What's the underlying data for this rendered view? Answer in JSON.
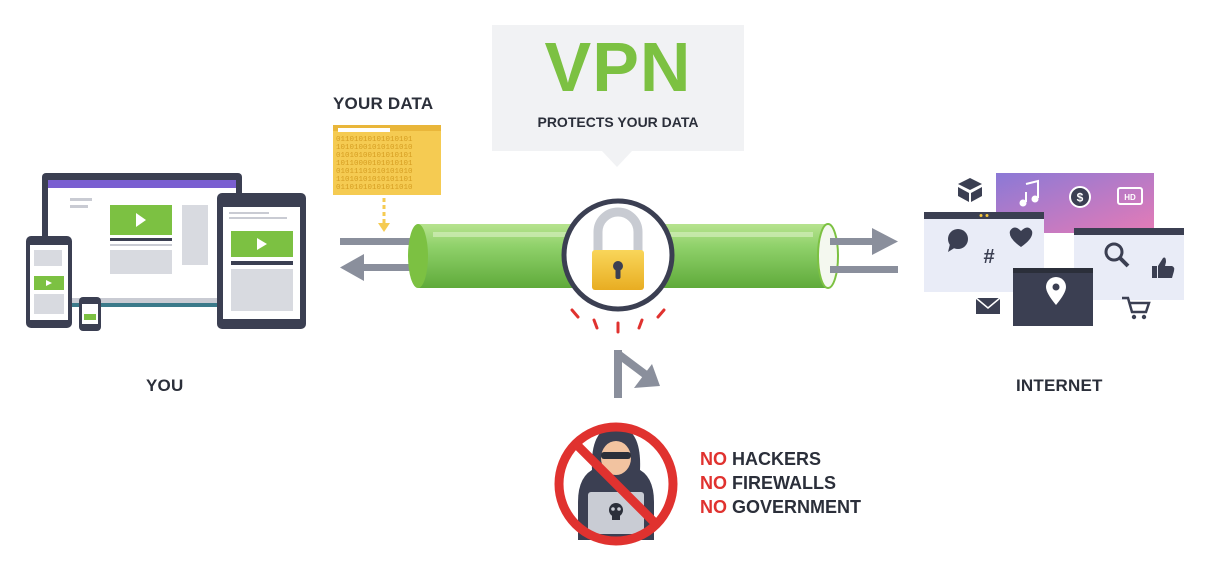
{
  "vpn": {
    "title": "VPN",
    "subtitle": "PROTECTS YOUR DATA"
  },
  "labels": {
    "your_data": "YOUR DATA",
    "you": "YOU",
    "internet": "INTERNET"
  },
  "threats": [
    {
      "no": "NO",
      "text": "HACKERS"
    },
    {
      "no": "NO",
      "text": "FIREWALLS"
    },
    {
      "no": "NO",
      "text": "GOVERNMENT"
    }
  ],
  "data_binary_rows": [
    "01101010101010101",
    "10101001010101010",
    "01010100101010101",
    "10110000101010101",
    "01011101010101010",
    "11010101010101101",
    "01101010101011010"
  ],
  "colors": {
    "accent_green": "#7cc142",
    "tube_green": "#8fd16a",
    "lock_gold": "#f5c53a",
    "danger_red": "#e0322f",
    "dark_text": "#2b2f3a"
  },
  "icons": [
    "play-icon",
    "lock-icon",
    "arrow-right-icon",
    "arrow-left-icon",
    "redirect-arrow-icon",
    "hacker-icon",
    "no-sign-icon",
    "box-icon",
    "music-icon",
    "dollar-icon",
    "hd-video-icon",
    "chat-icon",
    "heart-icon",
    "hashtag-icon",
    "search-icon",
    "thumbs-up-icon",
    "location-pin-icon",
    "mail-icon",
    "cart-icon",
    "skull-icon"
  ]
}
